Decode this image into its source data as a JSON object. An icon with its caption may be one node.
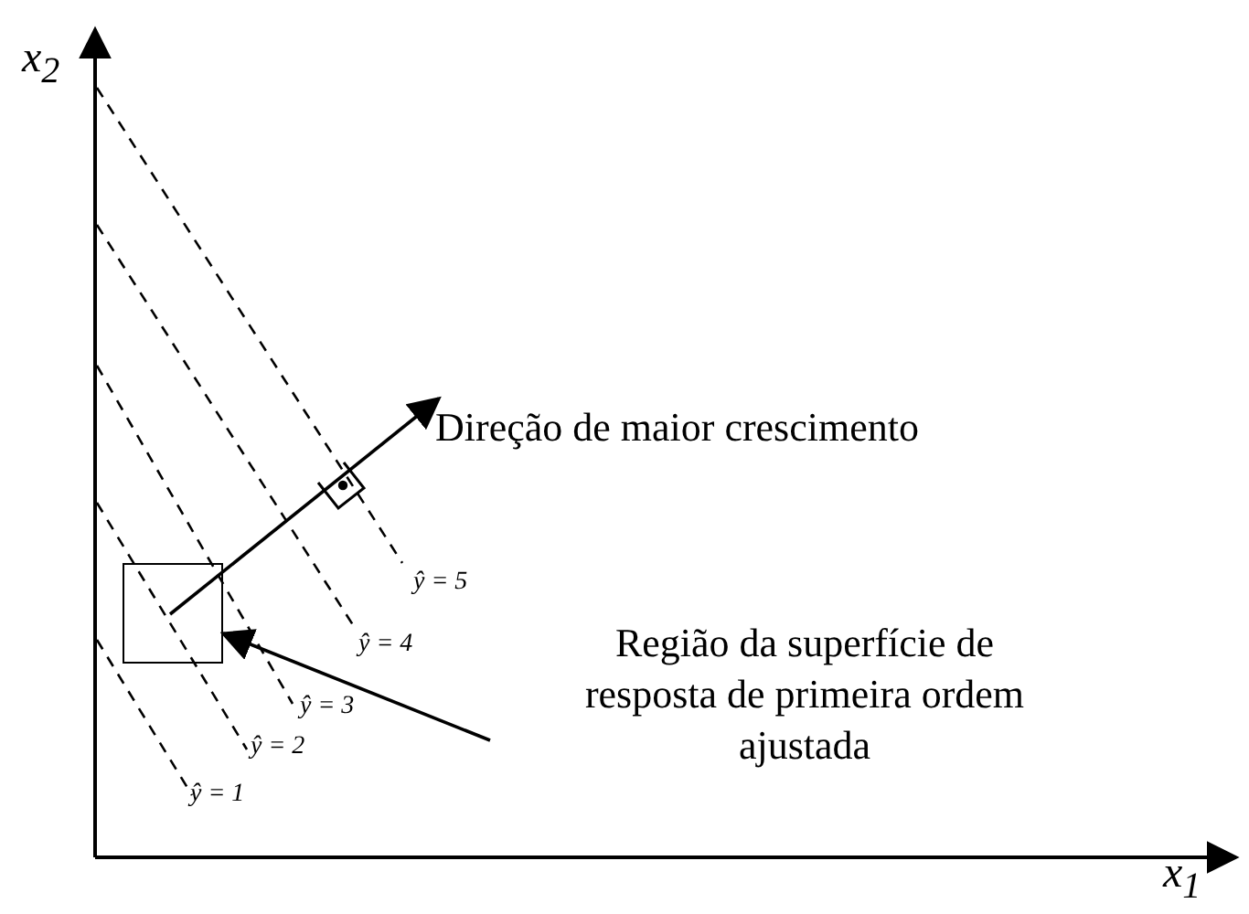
{
  "diagram": {
    "nodes": [
      {
        "text": [],
        "shape": "box"
      },
      {
        "text": [
          "Região da superfície de resposta de primeira ordem ajustada"
        ]
      }
    ],
    "edges": [
      {
        "from": 1,
        "to": 0,
        "arrow": "to"
      }
    ],
    "labels": [
      "x$_{2}$",
      "x$_{1}$",
      "Direção de maior crescimento",
      "ŷ = 5",
      "ŷ = 4",
      "ŷ = 3",
      "ŷ = 2",
      "ŷ = 1"
    ]
  }
}
